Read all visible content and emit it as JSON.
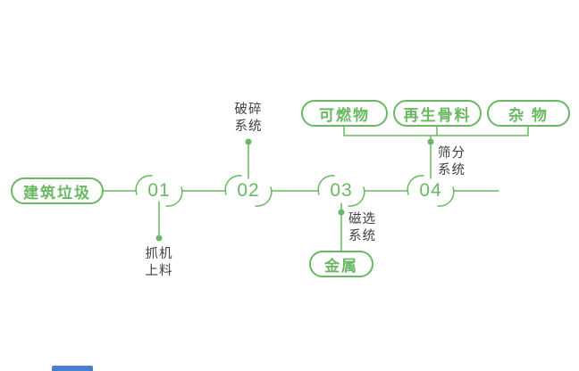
{
  "colors": {
    "accent": "#6bb864",
    "label_text": "#3f3f3f",
    "background": "#ffffff",
    "bottom_bar": "#4a7fd0"
  },
  "source": {
    "label": "建筑垃圾"
  },
  "stages": [
    {
      "number": "01",
      "label_line1": "抓机",
      "label_line2": "上料"
    },
    {
      "number": "02",
      "label_line1": "破碎",
      "label_line2": "系统"
    },
    {
      "number": "03",
      "label_line1": "磁选",
      "label_line2": "系统"
    },
    {
      "number": "04",
      "label_line1": "筛分",
      "label_line2": "系统"
    }
  ],
  "outputs": {
    "metal": {
      "label": "金属"
    },
    "top": [
      {
        "label": "可燃物"
      },
      {
        "label": "再生骨料"
      },
      {
        "label": "杂 物"
      }
    ]
  }
}
